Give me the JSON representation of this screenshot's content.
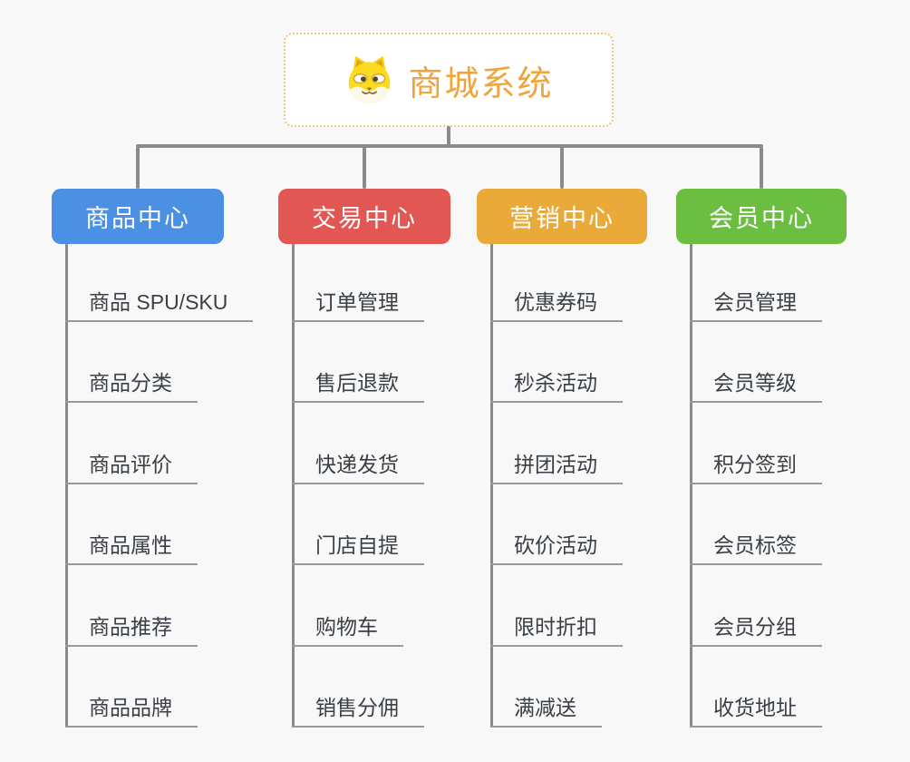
{
  "root": {
    "title": "商城系统",
    "icon": "dog-face-icon"
  },
  "branches": [
    {
      "label": "商品中心",
      "color": "#4B90E2",
      "items": [
        "商品 SPU/SKU",
        "商品分类",
        "商品评价",
        "商品属性",
        "商品推荐",
        "商品品牌"
      ]
    },
    {
      "label": "交易中心",
      "color": "#E25653",
      "items": [
        "订单管理",
        "售后退款",
        "快递发货",
        "门店自提",
        "购物车",
        "销售分佣"
      ]
    },
    {
      "label": "营销中心",
      "color": "#EAAA39",
      "items": [
        "优惠券码",
        "秒杀活动",
        "拼团活动",
        "砍价活动",
        "限时折扣",
        "满减送"
      ]
    },
    {
      "label": "会员中心",
      "color": "#6CBE40",
      "items": [
        "会员管理",
        "会员等级",
        "积分签到",
        "会员标签",
        "会员分组",
        "收货地址"
      ]
    }
  ],
  "colors": {
    "background": "#F8F8F8",
    "connector": "#8A8A8A",
    "underline": "#999999",
    "item_text": "#3A3F46",
    "root_text": "#F0A53C",
    "root_border": "#F3C47E"
  }
}
